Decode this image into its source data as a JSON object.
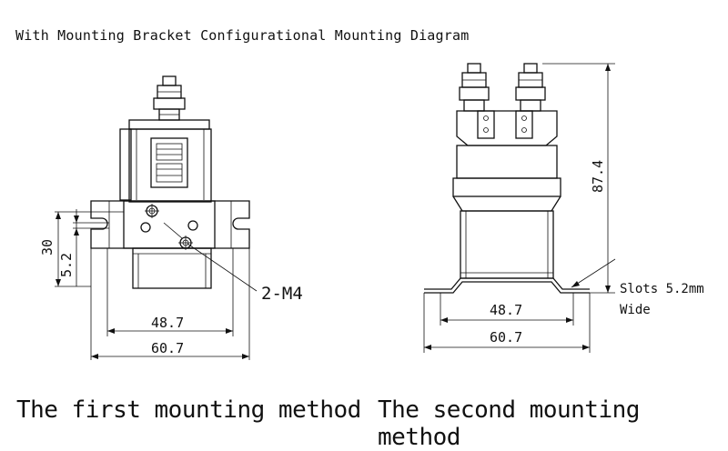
{
  "title": "With Mounting Bracket Configurational Mounting Diagram",
  "diagram1": {
    "dims": {
      "width_inner": "48.7",
      "width_outer": "60.7",
      "height_30": "30",
      "height_5_2": "5.2"
    },
    "callout": "2-M4",
    "caption": "The first mounting method"
  },
  "diagram2": {
    "dims": {
      "width_inner": "48.7",
      "width_outer": "60.7",
      "height": "87.4"
    },
    "callout_line1": "Slots 5.2mm",
    "callout_line2": "Wide",
    "caption": "The second mounting method"
  }
}
